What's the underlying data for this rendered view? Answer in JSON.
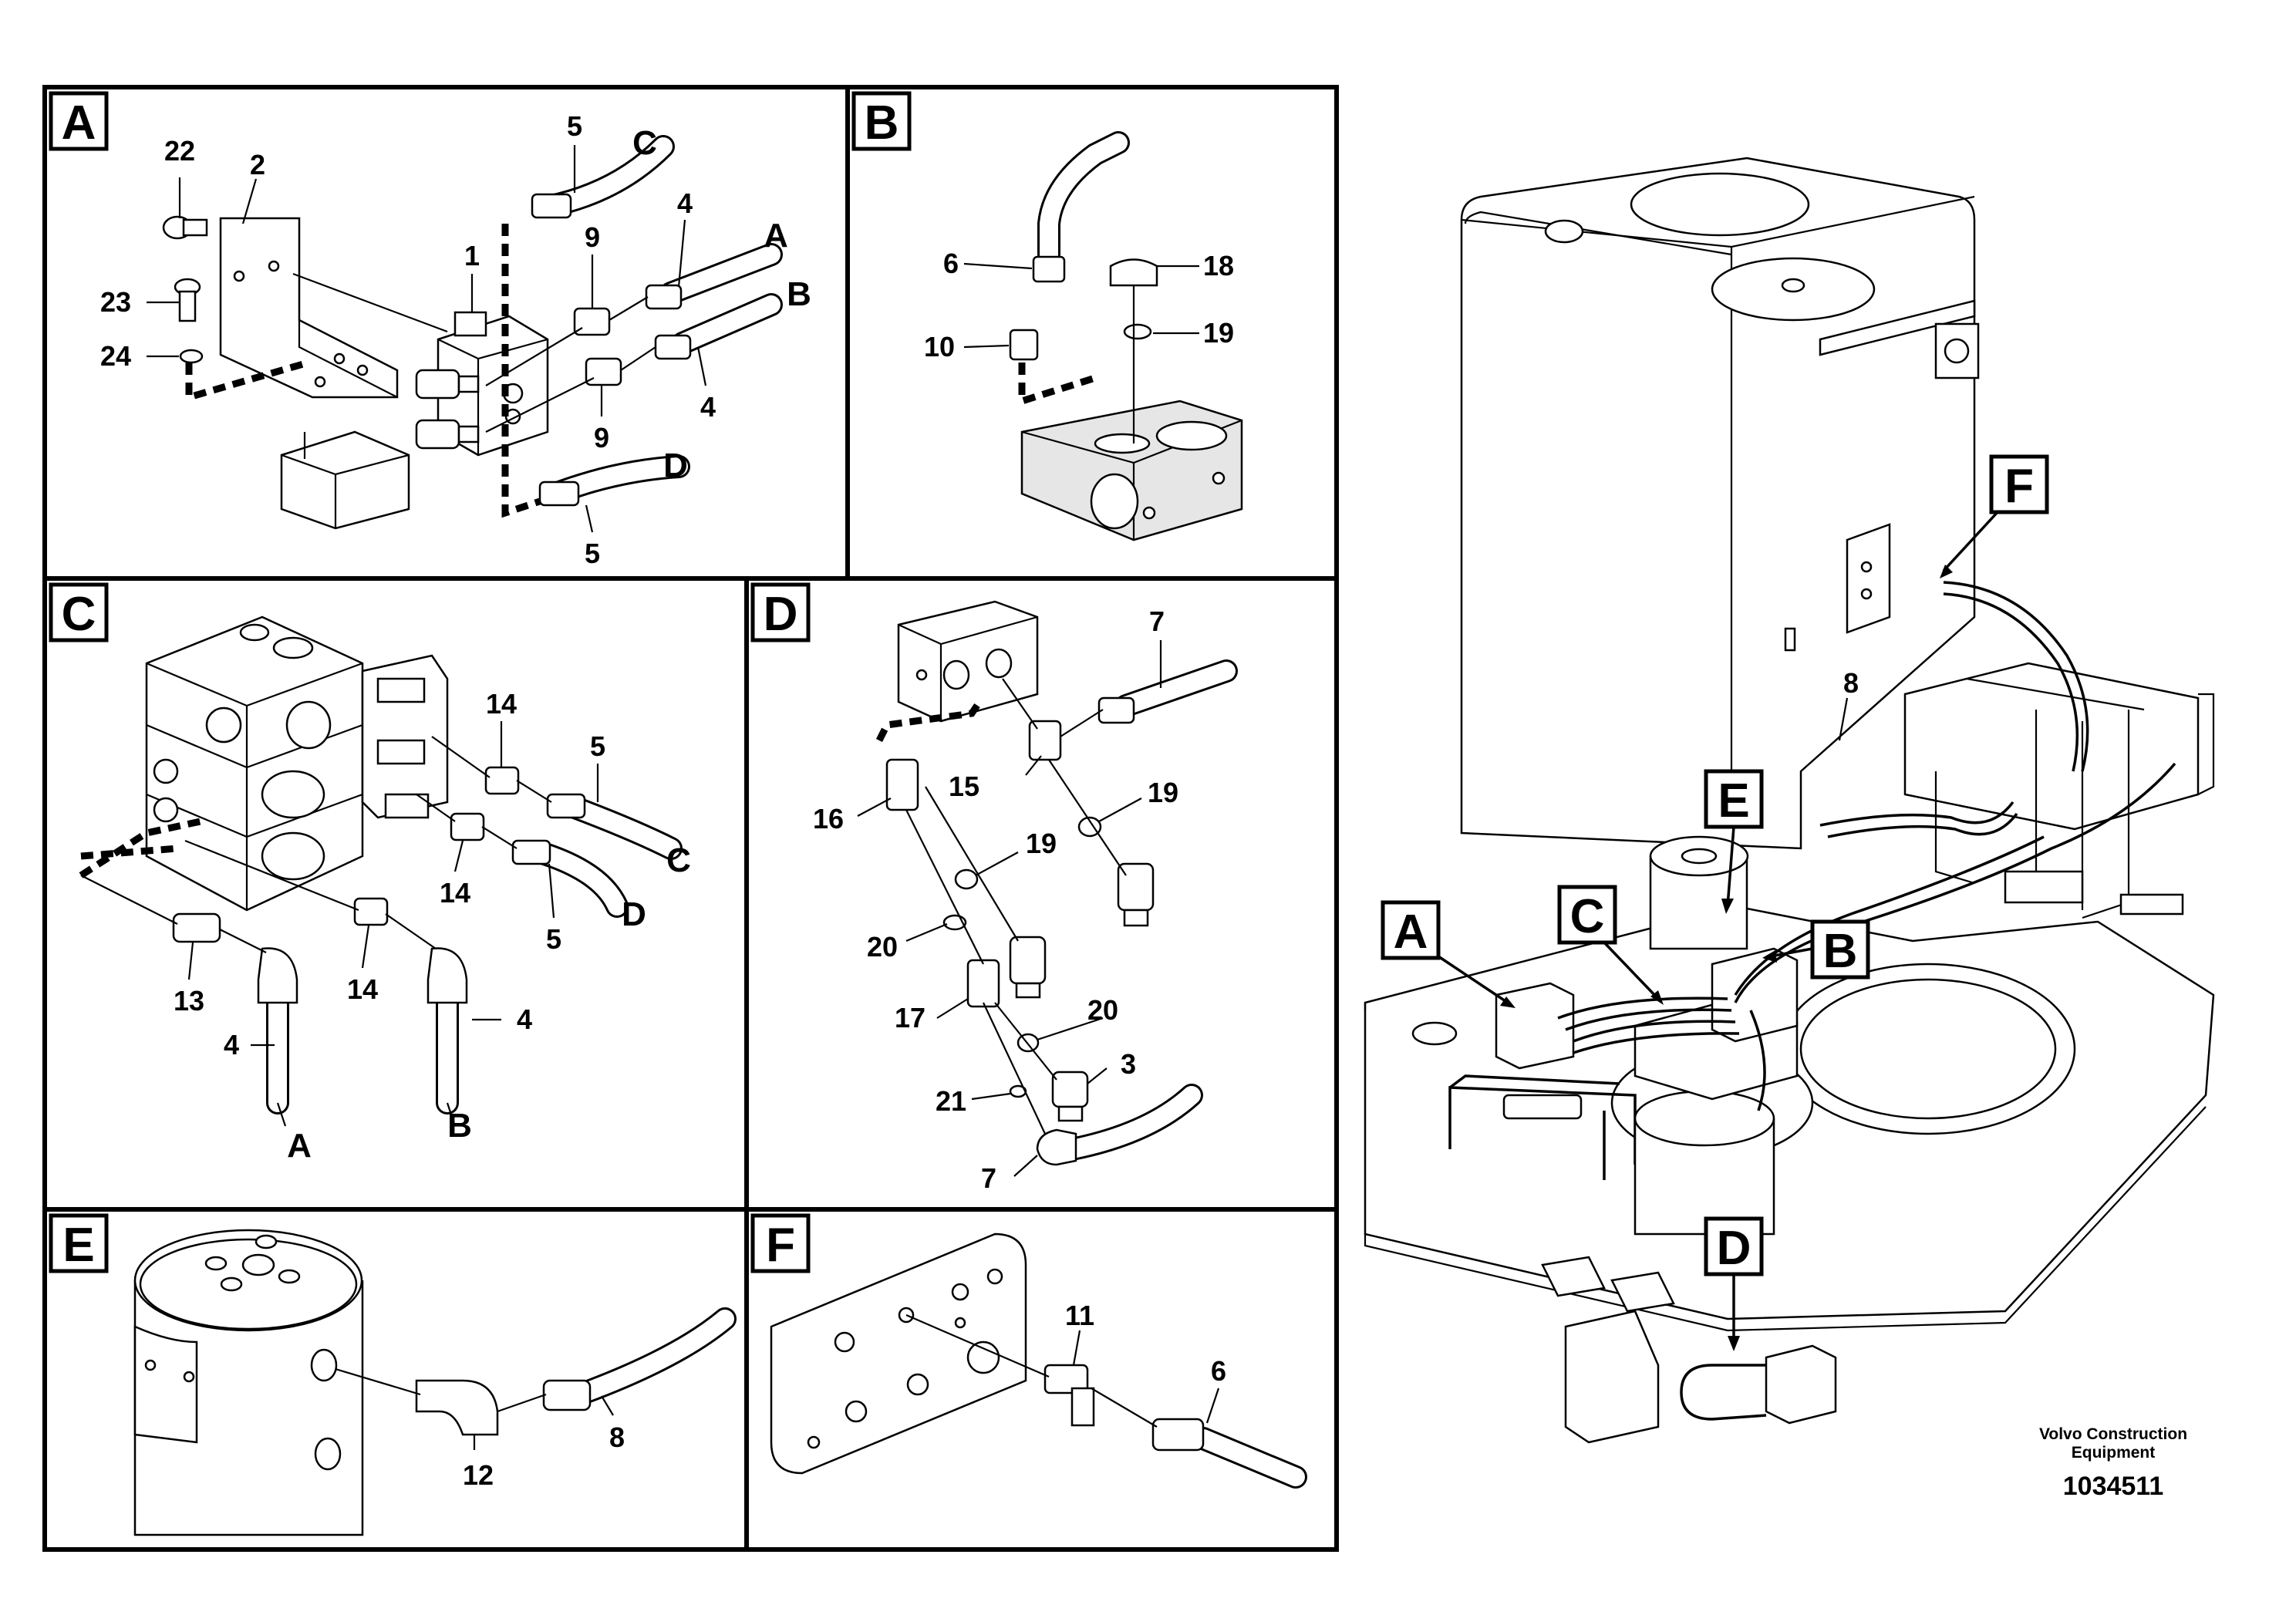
{
  "sections": {
    "A": {
      "letter": "A",
      "callouts": [
        "22",
        "2",
        "23",
        "24",
        "1",
        "5",
        "9",
        "4",
        "9",
        "4",
        "5"
      ],
      "ends": [
        "C",
        "A",
        "B",
        "D"
      ]
    },
    "B": {
      "letter": "B",
      "callouts": [
        "6",
        "10",
        "18",
        "19"
      ]
    },
    "C": {
      "letter": "C",
      "callouts": [
        "14",
        "5",
        "14",
        "5",
        "13",
        "14",
        "4",
        "4"
      ],
      "ends": [
        "C",
        "D",
        "A",
        "B"
      ]
    },
    "D": {
      "letter": "D",
      "callouts": [
        "7",
        "15",
        "19",
        "16",
        "19",
        "20",
        "17",
        "20",
        "3",
        "21",
        "7"
      ]
    },
    "E": {
      "letter": "E",
      "callouts": [
        "12",
        "8"
      ]
    },
    "F": {
      "letter": "F",
      "callouts": [
        "11",
        "6"
      ]
    }
  },
  "overview": {
    "markers": [
      "F",
      "E",
      "A",
      "C",
      "B",
      "D"
    ],
    "callouts": [
      "8"
    ]
  },
  "footer": {
    "credit_line1": "Volvo Construction",
    "credit_line2": "Equipment",
    "doc_number": "1034511"
  }
}
